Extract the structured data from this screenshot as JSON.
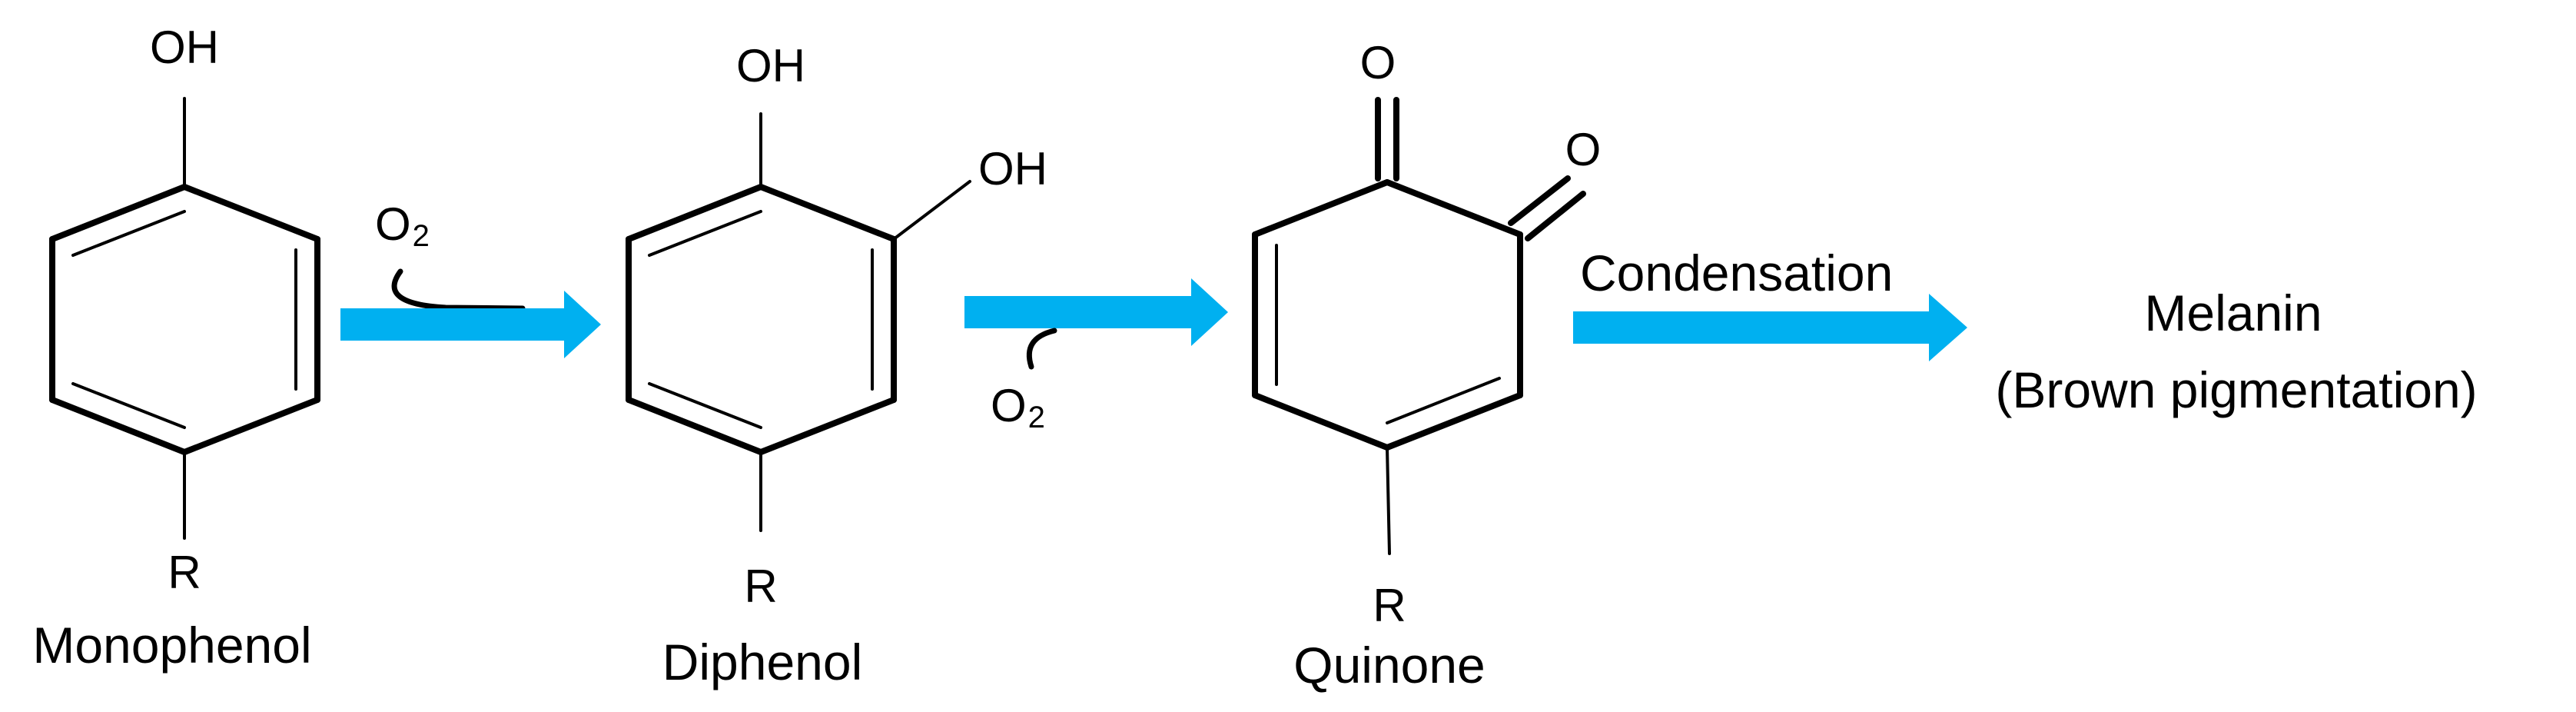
{
  "colors": {
    "arrow": "#00B0F0",
    "ink": "#000000",
    "background": "#FFFFFF"
  },
  "monophenol": {
    "top_group": "OH",
    "substituent": "R",
    "name": "Monophenol"
  },
  "diphenol": {
    "top_group": "OH",
    "side_group": "OH",
    "substituent": "R",
    "name": "Diphenol"
  },
  "quinone": {
    "oxygen_1": "O",
    "oxygen_2": "O",
    "substituent": "R",
    "name": "Quinone"
  },
  "step1": {
    "reagent": "O",
    "subscript": "2"
  },
  "step2": {
    "reagent": "O",
    "subscript": "2"
  },
  "step3": {
    "label": "Condensation"
  },
  "product": {
    "name": "Melanin",
    "note": "(Brown pigmentation)"
  }
}
